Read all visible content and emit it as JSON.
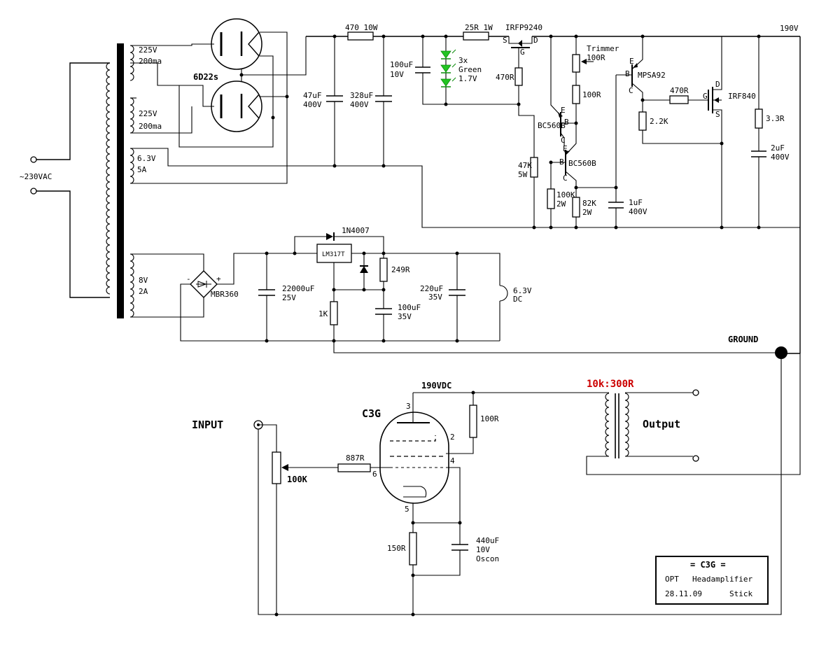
{
  "labels": {
    "v190": "190V",
    "ac_in": "~230VAC",
    "sec1_v": "225V",
    "sec1_i": "200ma",
    "sec2_v": "225V",
    "sec2_i": "200ma",
    "sec3_v": "6.3V",
    "sec3_i": "5A",
    "sec4_v": "8V",
    "sec4_i": "2A",
    "rect_tube": "6D22s",
    "r_470_10w": "470 10W",
    "r_25r": "25R 1W",
    "mosfet_p": "IRFP9240",
    "c_47u_v": "47uF",
    "c_47u_r": "400V",
    "c_328u_v": "328uF",
    "c_328u_r": "400V",
    "c_100u_v": "100uF",
    "c_100u_r": "10V",
    "leds_a": "3x",
    "leds_b": "Green",
    "leds_c": "1.7V",
    "r_470r_top": "470R",
    "trimmer": "Trimmer",
    "trimmer_v": "100R",
    "r_100r_mid": "100R",
    "bc560_a": "BC560B",
    "bc560_b": "BC560B",
    "r_47k_v": "47K",
    "r_47k_p": "5W",
    "r_100k_v": "100K",
    "r_100k_p": "2W",
    "r_82k_v": "82K",
    "r_82k_p": "2W",
    "c_1u_v": "1uF",
    "c_1u_r": "400V",
    "mpsa": "MPSA92",
    "r_470r_g": "470R",
    "irf840": "IRF840",
    "r_2k2": "2.2K",
    "r_3r3": "3.3R",
    "c_2u_v": "2uF",
    "c_2u_r": "400V",
    "diode": "1N4007",
    "reg": "LM317T",
    "r_249": "249R",
    "c_22000_v": "22000uF",
    "c_22000_r": "25V",
    "bridge": "MBR360",
    "r_1k": "1K",
    "c_100u35_v": "100uF",
    "c_100u35_r": "35V",
    "c_220u_v": "220uF",
    "c_220u_r": "35V",
    "heater_v": "6.3V",
    "heater_t": "DC",
    "ground": "GROUND",
    "vdc": "190VDC",
    "ratio": "10k:300R",
    "output": "Output",
    "tube": "C3G",
    "input": "INPUT",
    "pot": "100K",
    "r_887": "887R",
    "r_100r_plate": "100R",
    "r_150": "150R",
    "c_440_v": "440uF",
    "c_440_r": "10V",
    "c_440_t": "Oscon",
    "pin3": "3",
    "pin2": "2",
    "pin4": "4",
    "pin6": "6",
    "pin5": "5",
    "tr_b": "B",
    "tr_c": "C",
    "tr_e": "E",
    "tr_d": "D",
    "tr_s": "S",
    "tr_g": "G",
    "plus": "+",
    "minus": "-"
  },
  "title_block": {
    "line1": "= C3G =",
    "line2a": "OPT",
    "line2b": "Headamplifier",
    "line3a": "28.11.09",
    "line3b": "Stick"
  }
}
